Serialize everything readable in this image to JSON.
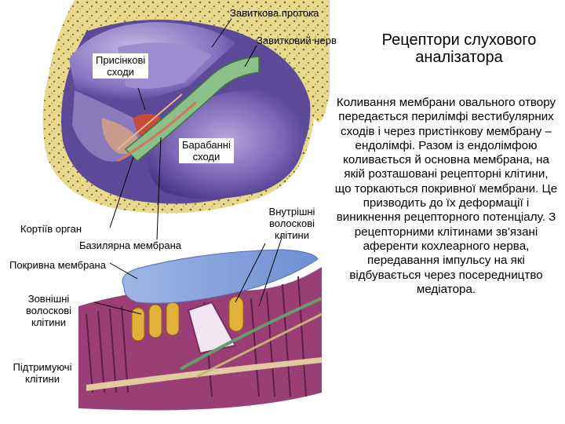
{
  "title": {
    "line1": "Рецептори слухового",
    "line2": "аналізатора"
  },
  "labels": {
    "cochlear_duct": "Завиткова протока",
    "cochlear_nerve": "Завитковий нерв",
    "vestibular_line1": "Присінкові",
    "vestibular_line2": "сходи",
    "tympanic_line1": "Барабанні",
    "tympanic_line2": "сходи",
    "inner_hair_line1": "Внутрішні",
    "inner_hair_line2": "волоскові",
    "inner_hair_line3": "клітини",
    "corti_organ": "Кортіїв орган",
    "basilar_membrane": "Базилярна мембрана",
    "tectorial_membrane": "Покривна мембрана",
    "outer_hair_line1": "Зовнішні",
    "outer_hair_line2": "волоскові",
    "outer_hair_line3": "клітини",
    "supporting_line1": "Підтримуючі",
    "supporting_line2": "клітини"
  },
  "body_text": "Коливання мембрани овального отвору передається перилімфі вестибулярних сходів і через пристінкову мембрану – ендолімфі. Разом із ендолімфою коливається й основна мембрана, на якій розташовані рецепторні клітини, що торкаються покривної мембрани. Це призводить до їх деформації і виникнення рецепторного потенціалу. З рецепторними клітинами зв'язані аференти кохлеарного нерва, передавання імпульсу на які відбувається через посередництво медіатора."
}
